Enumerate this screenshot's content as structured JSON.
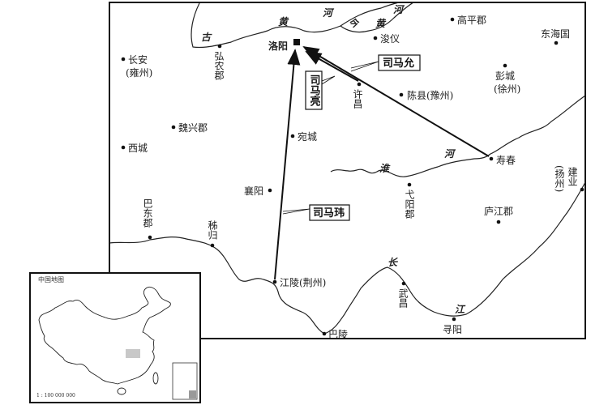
{
  "places": [
    "洛阳",
    "长安",
    "(雍州)",
    "弘农郡",
    "魏兴郡",
    "西城",
    "宛城",
    "襄阳",
    "巴东郡",
    "秭归",
    "江陵(荆州)",
    "巴陵",
    "浚仪",
    "高平郡",
    "东海国",
    "彭城",
    "(徐州)",
    "许昌",
    "陈县(豫州)",
    "寿春",
    "弋阳郡",
    "庐江郡",
    "建业",
    "(扬州)",
    "武昌",
    "寻阳"
  ],
  "rivers": {
    "gu": "古",
    "huang1": "黄",
    "he1": "河",
    "jin": "今",
    "huang2": "黄",
    "he2": "河",
    "huai": "淮",
    "he3": "河",
    "chang": "长",
    "jiang": "江"
  },
  "commanders": [
    "司马允",
    "司马亮",
    "司马玮"
  ],
  "inset": {
    "title": "中国地图",
    "scale": "1 : 100 000 000"
  },
  "colors": {
    "line": "#111111",
    "highlight": "#c8c8c8"
  }
}
